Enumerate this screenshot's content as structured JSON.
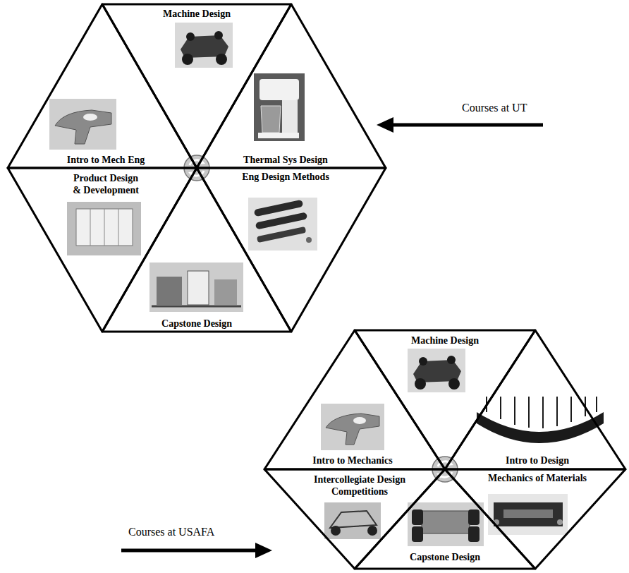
{
  "diagram": {
    "nodes": [
      {
        "text": [
          "Machine Design"
        ]
      },
      {
        "text": [
          "Intro to Mech Eng"
        ]
      },
      {
        "text": [
          "Thermal Sys Design"
        ]
      },
      {
        "text": [
          "Product Design & Development"
        ]
      },
      {
        "text": [
          "Eng Design Methods"
        ]
      },
      {
        "text": [
          "Capstone Design"
        ]
      },
      {
        "text": [
          "Machine Design"
        ]
      },
      {
        "text": [
          "Intro to Mechanics"
        ]
      },
      {
        "text": [
          "Intro to Design"
        ]
      },
      {
        "text": [
          "Intercollegiate Design Competitions"
        ]
      },
      {
        "text": [
          "Mechanics of Materials"
        ]
      },
      {
        "text": [
          "Capstone Design"
        ]
      }
    ],
    "labels": [
      "Courses at UT",
      "Courses at USAFA"
    ]
  }
}
